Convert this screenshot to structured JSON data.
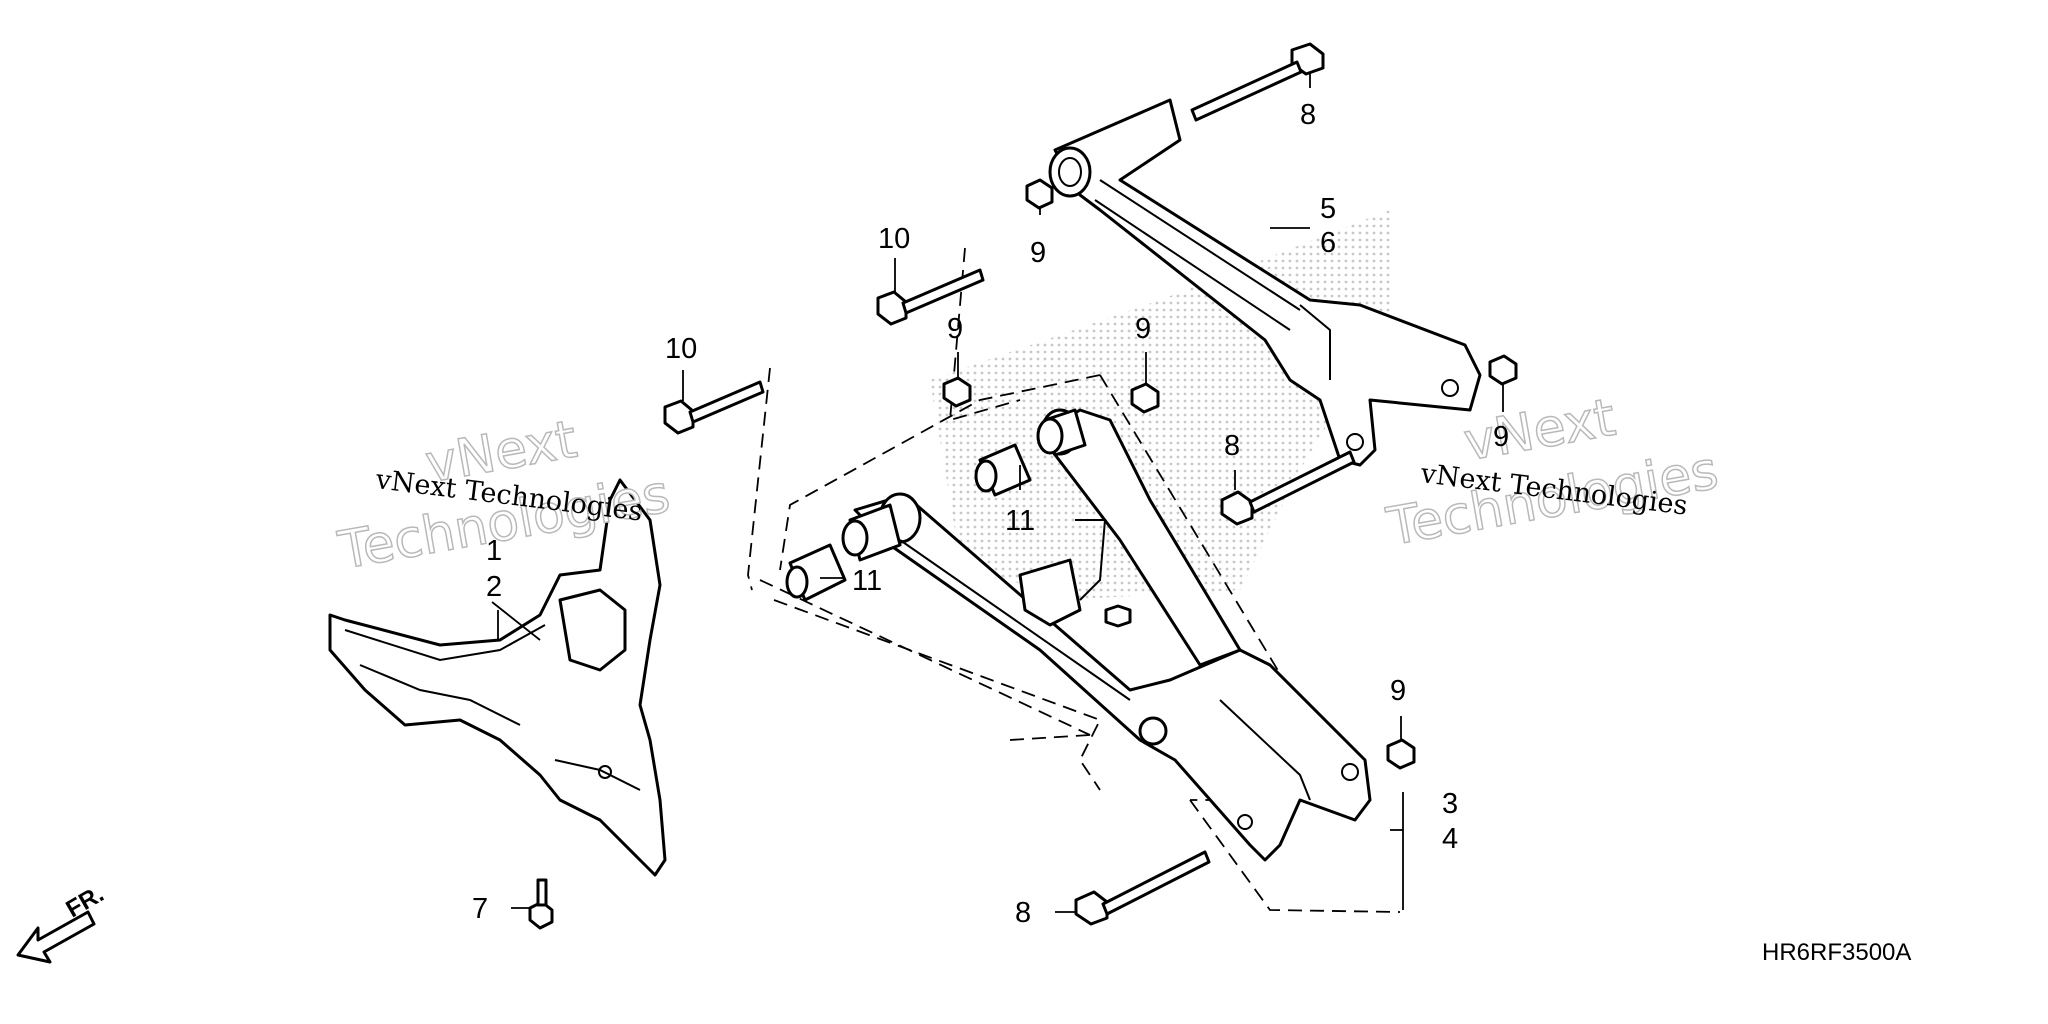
{
  "callouts": {
    "c1": "1",
    "c2": "2",
    "c3": "3",
    "c4": "4",
    "c5": "5",
    "c6": "6",
    "c7": "7",
    "c8a": "8",
    "c8b": "8",
    "c8c": "8",
    "c9a": "9",
    "c9b": "9",
    "c9c": "9",
    "c9d": "9",
    "c9e": "9",
    "c10a": "10",
    "c10b": "10",
    "c11a": "11",
    "c11b": "11"
  },
  "watermarks": {
    "left_big_1": "vNext",
    "left_big_2": "Technologies",
    "left_small": "vNext Technologies",
    "right_big_1": "vNext",
    "right_big_2": "Technologies",
    "right_small": "vNext Technologies"
  },
  "diagram_code": "HR6RF3500A",
  "direction_label": "FR.",
  "colors": {
    "line": "#000000",
    "stipple": "#c8c8c8",
    "watermark_outline": "#b9b9b9"
  }
}
